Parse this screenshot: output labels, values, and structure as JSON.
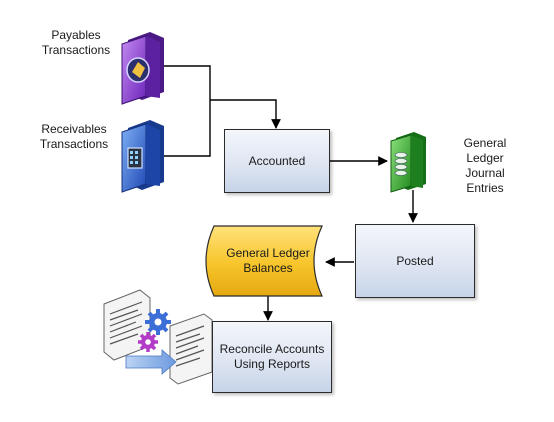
{
  "sources": {
    "payables_label": "Payables\nTransactions",
    "receivables_label": "Receivables\nTransactions"
  },
  "nodes": {
    "accounted": "Accounted",
    "posted": "Posted",
    "gl_balances": "General Ledger\nBalances",
    "reconcile": "Reconcile Accounts\nUsing Reports"
  },
  "gl_journal_entries_label": "General\nLedger\nJournal\nEntries",
  "colors": {
    "box_fill": "#dfe6f2",
    "balances_fill": "#f7c52a",
    "payables_icon": "#8b3fd6",
    "receivables_icon": "#2f5fd0",
    "journal_icon": "#2fa12f"
  },
  "icons": [
    "payables-book-icon",
    "receivables-book-icon",
    "journal-book-icon",
    "reports-documents-icon",
    "gears-icon"
  ]
}
